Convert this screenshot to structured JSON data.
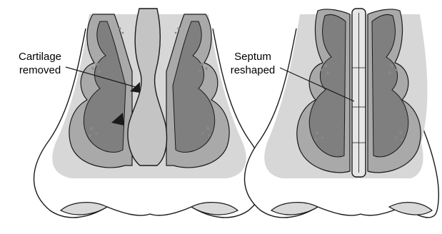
{
  "figure": {
    "callouts": [
      {
        "id": "cartilage-removed",
        "lines": [
          "Cartilage",
          "removed"
        ]
      },
      {
        "id": "septum-reshaped",
        "lines": [
          "Septum",
          "reshaped"
        ]
      }
    ],
    "palette": {
      "skin": "#ffffff",
      "outline": "#1a1a1a",
      "mucosa_light": "#d7d7d7",
      "mucosa_mid": "#a9a9a9",
      "mucosa_dark": "#7f7f7f",
      "cartilage": "#c4c4c4",
      "septum": "#e6e6e6",
      "shadow": "#d9d9d9"
    }
  }
}
